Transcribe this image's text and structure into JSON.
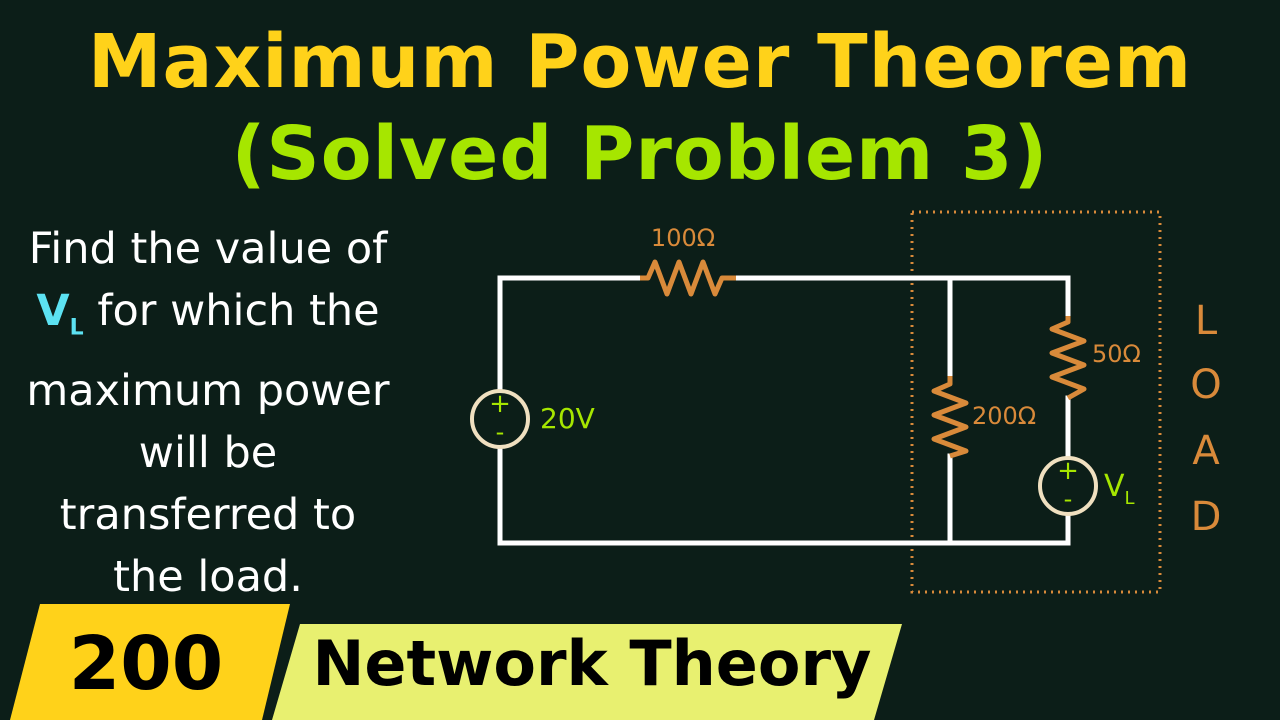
{
  "title": {
    "line1": "Maximum Power Theorem",
    "line2": "(Solved Problem 3)"
  },
  "problem": {
    "line1": "Find the value of",
    "var": "V",
    "var_sub": "L",
    "line2_rest": " for which the",
    "line3": "maximum power",
    "line4": "will be",
    "line5": "transferred to",
    "line6": "the load."
  },
  "circuit": {
    "r_series": "100Ω",
    "source": "20V",
    "r_shunt": "200Ω",
    "r_load": "50Ω",
    "load_source_var": "V",
    "load_source_sub": "L",
    "plus": "+",
    "minus": "-",
    "load_letters": [
      "L",
      "O",
      "A",
      "D"
    ]
  },
  "banner": {
    "number": "200",
    "series": "Network Theory"
  },
  "colors": {
    "title1": "#ffd21a",
    "title2": "#a6e600",
    "wire": "#ffffff",
    "resistor": "#d98a3a",
    "source_label": "#a6e600",
    "load_text": "#d98a3a",
    "variable": "#5ce2f2",
    "banner": "#ffd21a",
    "banner2": "#e8f070"
  }
}
